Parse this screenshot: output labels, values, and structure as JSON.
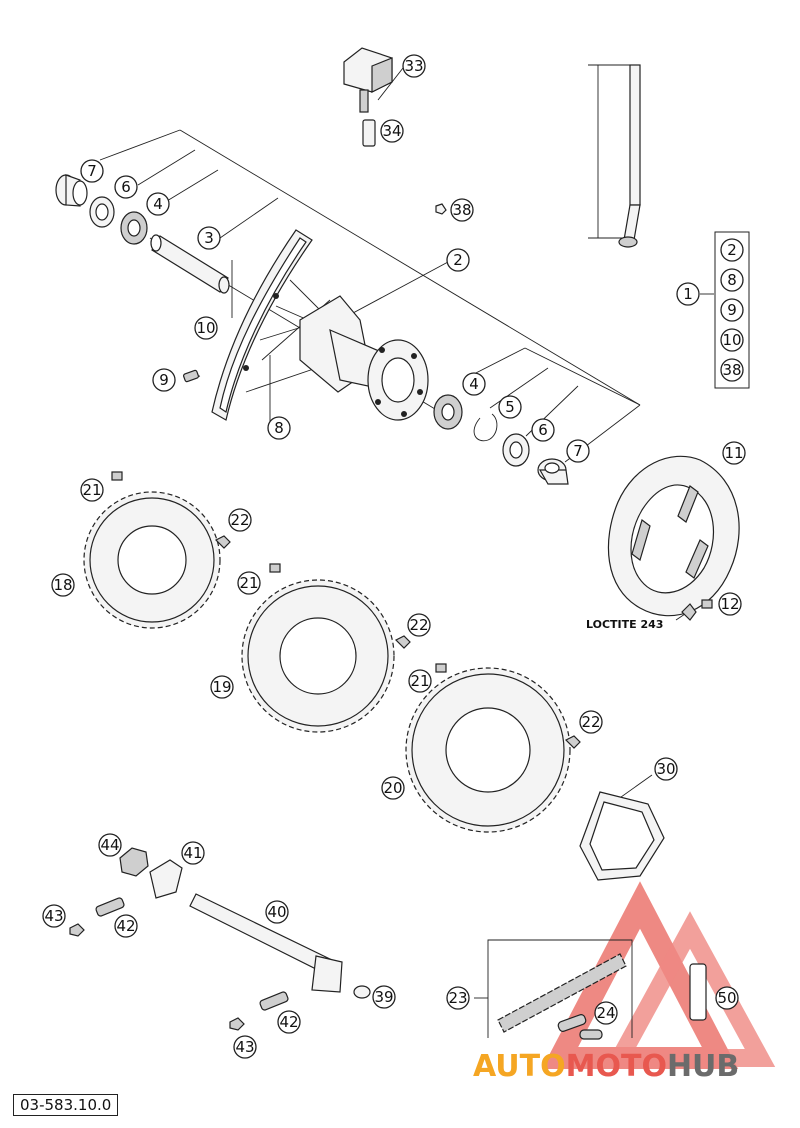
{
  "diagram": {
    "callouts": [
      {
        "id": "c33",
        "label": "33"
      },
      {
        "id": "c34",
        "label": "34"
      },
      {
        "id": "c7a",
        "label": "7"
      },
      {
        "id": "c6a",
        "label": "6"
      },
      {
        "id": "c4a",
        "label": "4"
      },
      {
        "id": "c3",
        "label": "3"
      },
      {
        "id": "c38",
        "label": "38"
      },
      {
        "id": "c2",
        "label": "2"
      },
      {
        "id": "c10",
        "label": "10"
      },
      {
        "id": "c9",
        "label": "9"
      },
      {
        "id": "c8",
        "label": "8"
      },
      {
        "id": "c4b",
        "label": "4"
      },
      {
        "id": "c5",
        "label": "5"
      },
      {
        "id": "c6b",
        "label": "6"
      },
      {
        "id": "c7b",
        "label": "7"
      },
      {
        "id": "c1",
        "label": "1"
      },
      {
        "id": "k2",
        "label": "2"
      },
      {
        "id": "k8",
        "label": "8"
      },
      {
        "id": "k9",
        "label": "9"
      },
      {
        "id": "k10",
        "label": "10"
      },
      {
        "id": "k38",
        "label": "38"
      },
      {
        "id": "c11",
        "label": "11"
      },
      {
        "id": "c12",
        "label": "12"
      },
      {
        "id": "c21a",
        "label": "21"
      },
      {
        "id": "c22a",
        "label": "22"
      },
      {
        "id": "c18",
        "label": "18"
      },
      {
        "id": "c21b",
        "label": "21"
      },
      {
        "id": "c22b",
        "label": "22"
      },
      {
        "id": "c19",
        "label": "19"
      },
      {
        "id": "c21c",
        "label": "21"
      },
      {
        "id": "c22c",
        "label": "22"
      },
      {
        "id": "c20",
        "label": "20"
      },
      {
        "id": "c30",
        "label": "30"
      },
      {
        "id": "c44",
        "label": "44"
      },
      {
        "id": "c41",
        "label": "41"
      },
      {
        "id": "c40",
        "label": "40"
      },
      {
        "id": "c43a",
        "label": "43"
      },
      {
        "id": "c42a",
        "label": "42"
      },
      {
        "id": "c39",
        "label": "39"
      },
      {
        "id": "c42b",
        "label": "42"
      },
      {
        "id": "c43b",
        "label": "43"
      },
      {
        "id": "c23",
        "label": "23"
      },
      {
        "id": "c24",
        "label": "24"
      },
      {
        "id": "c50",
        "label": "50"
      }
    ],
    "loctite_note": "LOCTITE 243",
    "document_number": "03-583.10.0"
  },
  "watermark": {
    "part1": "AUTO",
    "part2": "MOTO",
    "part3": "HUB",
    "colors": {
      "orange": "#f5a623",
      "red": "#e8584f",
      "gray": "#6b6b6b"
    }
  }
}
